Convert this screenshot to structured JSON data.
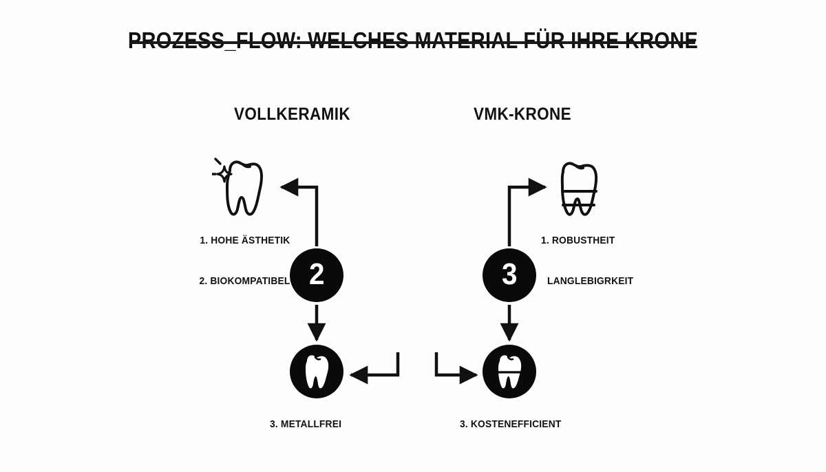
{
  "header": {
    "title": "PROZESS_FLOW: WELCHES MATERIAL FÜR IHRE KRONE",
    "rule_color": "#1a1a1a"
  },
  "theme": {
    "background": "#fdfdfd",
    "ink": "#111111",
    "fill": "#0a0a0a",
    "knockout": "#ffffff"
  },
  "columns": [
    {
      "id": "vollkeramik",
      "heading": "VOLLKERAMIK",
      "node_number": "2",
      "top_icon": "tooth-sparkle-icon",
      "bottom_icon": "tooth-solid-circle-icon",
      "features": [
        {
          "label": "1. HOHE ÄSTHETIK"
        },
        {
          "label": "2. BIOKOMPATIBEL"
        },
        {
          "label": "3. METALLFREI"
        }
      ]
    },
    {
      "id": "vmk-krone",
      "heading": "VMK-KRONE",
      "node_number": "3",
      "top_icon": "tooth-crown-band-icon",
      "bottom_icon": "tooth-crown-circle-icon",
      "features": [
        {
          "label": "1. ROBUSTHEIT"
        },
        {
          "label": "LANGLEBIGRKEIT"
        },
        {
          "label": "3. KOSTENEFFICIENT"
        }
      ]
    }
  ]
}
